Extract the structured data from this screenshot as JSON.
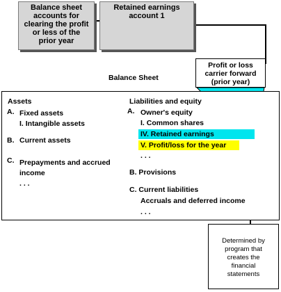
{
  "top_left_box": [
    "Balance sheet",
    "accounts for",
    "clearing the profit",
    "or less of the",
    "prior year"
  ],
  "top_right_box": [
    "Retained earnings",
    "account 1"
  ],
  "callout_carry": [
    "Profit or loss",
    "carrier forward",
    "(prior year)"
  ],
  "balance_sheet_title": "Balance Sheet",
  "assets": {
    "heading": "Assets",
    "a_label": "A.",
    "a_text": "Fixed assets",
    "a_sub": "I. Intangible assets",
    "b_label": "B.",
    "b_text": "Current assets",
    "c_label": "C.",
    "c_text": "Prepayments and accrued",
    "c_text2": "income",
    "dots": ". . ."
  },
  "liabilities": {
    "heading": "Liabilities and equity",
    "a_label": "A.",
    "a_text": "Owner's equity",
    "i_text": "I.   Common shares",
    "iv_text": "IV. Retained earnings",
    "v_text": "V.  Profit/loss for the year",
    "dots1": ". . .",
    "b_text": "B.  Provisions",
    "c_text": "C.  Current liabilities",
    "c_sub": "Accruals and deferred income",
    "dots2": ". . ."
  },
  "callout_program": [
    "Determined by",
    "program that",
    "creates the",
    "financial",
    "statements"
  ],
  "colors": {
    "cyan": "#00e5ee",
    "yellow": "#ffff00",
    "gray_box": "#d6d6d6"
  }
}
